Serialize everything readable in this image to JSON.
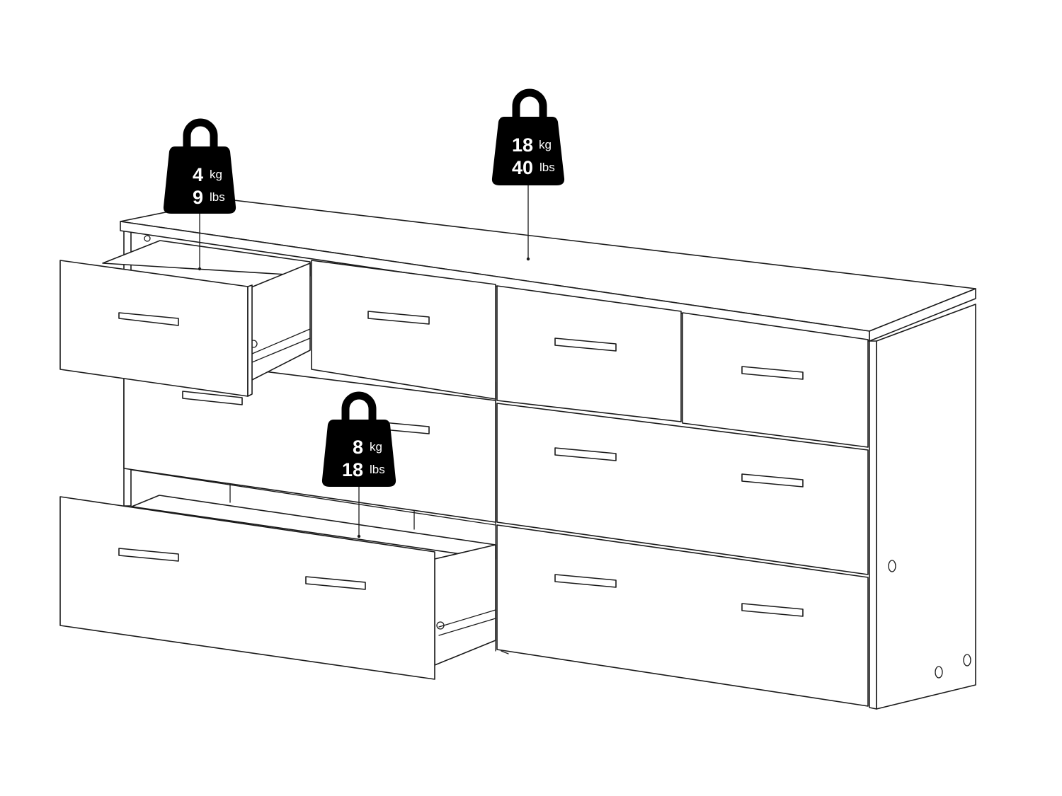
{
  "weights": {
    "top": {
      "value1": "18",
      "unit1": "kg",
      "value2": "40",
      "unit2": "lbs"
    },
    "small_drawer": {
      "value1": "4",
      "unit1": "kg",
      "value2": "9",
      "unit2": "lbs"
    },
    "large_drawer": {
      "value1": "8",
      "unit1": "kg",
      "value2": "18",
      "unit2": "lbs"
    }
  }
}
